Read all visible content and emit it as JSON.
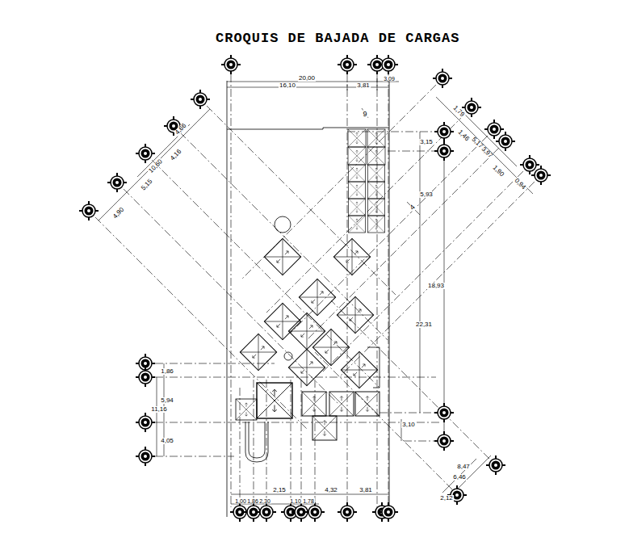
{
  "diagram": {
    "title": "CROQUIS DE BAJADA DE CARGAS",
    "labels": [
      "20,00",
      "16,10",
      "3,81",
      "3,09",
      "9",
      "1,79",
      "1,46",
      "5,17",
      "3,97",
      "1,90",
      "0,94",
      "3,15",
      "5,93",
      "18,93",
      "22,31",
      "3,10",
      "8,47",
      "6,46",
      "2,12",
      "4,66",
      "4,16",
      "10,60",
      "5,15",
      "4,90",
      "1,86",
      "5,94",
      "11,16",
      "4,05",
      "1,00",
      "1,86",
      "2,30",
      "2,15",
      "1,10",
      "1,78",
      "4,32",
      "3,81",
      "4"
    ]
  }
}
